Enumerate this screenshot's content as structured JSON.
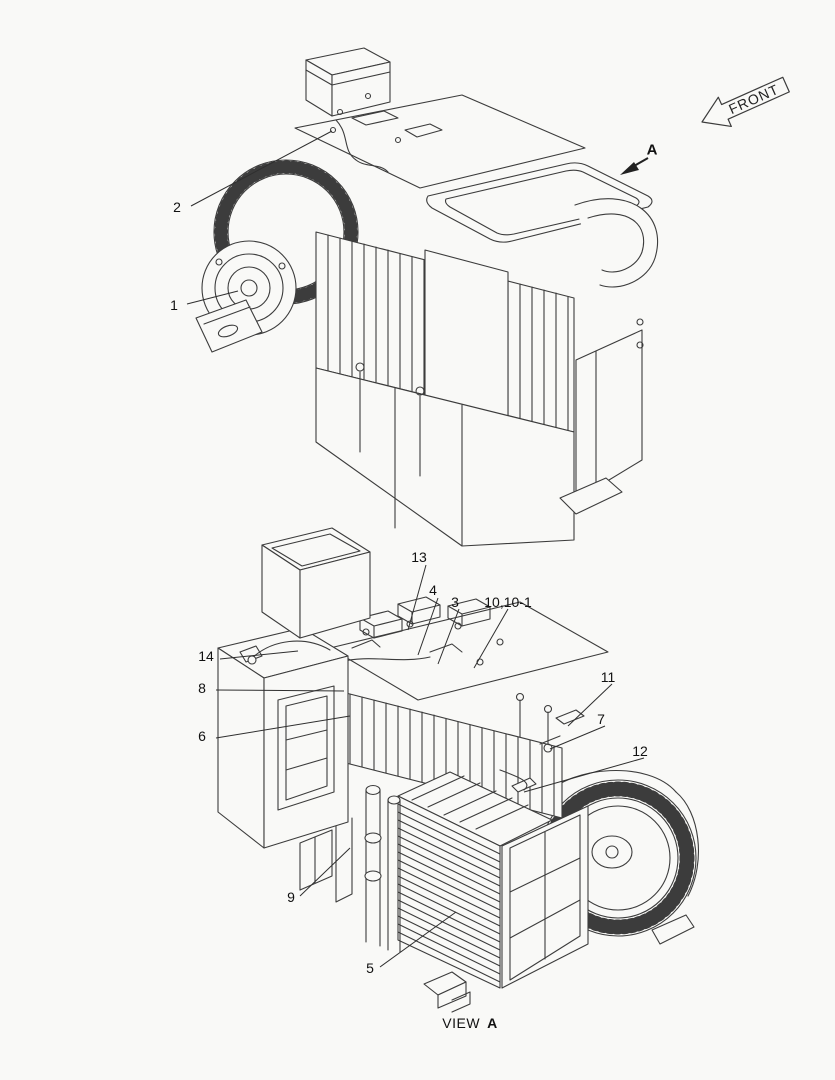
{
  "page": {
    "background": "#f9f9f7",
    "line_color": "#3c3c3c",
    "label_color": "#111111"
  },
  "front_sign": {
    "label": "FRONT"
  },
  "view_marker": {
    "label": "A"
  },
  "view_caption": {
    "prefix": "VIEW",
    "letter": "A"
  },
  "callouts": {
    "top": [
      {
        "label": "2"
      },
      {
        "label": "1"
      }
    ],
    "bottom": [
      {
        "label": "13"
      },
      {
        "label": "4"
      },
      {
        "label": "3"
      },
      {
        "label": "10,10-1"
      },
      {
        "label": "14"
      },
      {
        "label": "8"
      },
      {
        "label": "6"
      },
      {
        "label": "11"
      },
      {
        "label": "7"
      },
      {
        "label": "12"
      },
      {
        "label": "9"
      },
      {
        "label": "5"
      }
    ]
  }
}
